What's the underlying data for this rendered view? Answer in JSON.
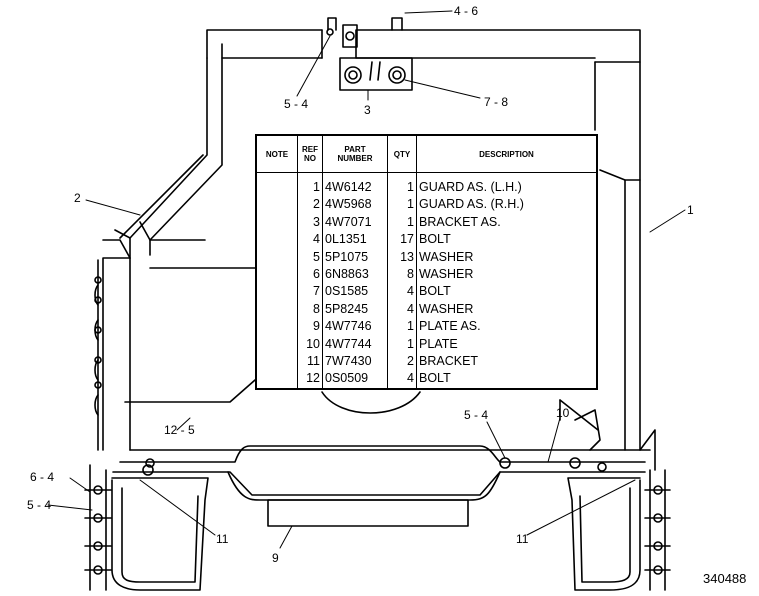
{
  "figure_number": "340488",
  "table": {
    "headers": {
      "note": "NOTE",
      "ref_line1": "REF",
      "ref_line2": "NO",
      "part_line1": "PART",
      "part_line2": "NUMBER",
      "qty": "QTY",
      "description": "DESCRIPTION"
    },
    "rows": [
      {
        "ref": "1",
        "part": "4W6142",
        "qty": "1",
        "desc": "GUARD  AS.  (L.H.)"
      },
      {
        "ref": "2",
        "part": "4W5968",
        "qty": "1",
        "desc": "GUARD  AS.  (R.H.)"
      },
      {
        "ref": "3",
        "part": "4W7071",
        "qty": "1",
        "desc": "BRACKET  AS."
      },
      {
        "ref": "4",
        "part": "0L1351",
        "qty": "17",
        "desc": "BOLT"
      },
      {
        "ref": "5",
        "part": "5P1075",
        "qty": "13",
        "desc": "WASHER"
      },
      {
        "ref": "6",
        "part": "6N8863",
        "qty": "8",
        "desc": "WASHER"
      },
      {
        "ref": "7",
        "part": "0S1585",
        "qty": "4",
        "desc": "BOLT"
      },
      {
        "ref": "8",
        "part": "5P8245",
        "qty": "4",
        "desc": "WASHER"
      },
      {
        "ref": "9",
        "part": "4W7746",
        "qty": "1",
        "desc": "PLATE  AS."
      },
      {
        "ref": "10",
        "part": "4W7744",
        "qty": "1",
        "desc": "PLATE"
      },
      {
        "ref": "11",
        "part": "7W7430",
        "qty": "2",
        "desc": "BRACKET"
      },
      {
        "ref": "12",
        "part": "0S0509",
        "qty": "4",
        "desc": "BOLT"
      }
    ]
  },
  "callouts": {
    "c_4_6": "4 - 6",
    "c_5_4_top": "5 - 4",
    "c_3": "3",
    "c_7_8": "7 - 8",
    "c_2": "2",
    "c_1": "1",
    "c_12_5": "12 - 5",
    "c_5_4_mid": "5 - 4",
    "c_10": "10",
    "c_6_4": "6 - 4",
    "c_5_4_left": "5 - 4",
    "c_11_left": "11",
    "c_11_right": "11",
    "c_9": "9"
  }
}
